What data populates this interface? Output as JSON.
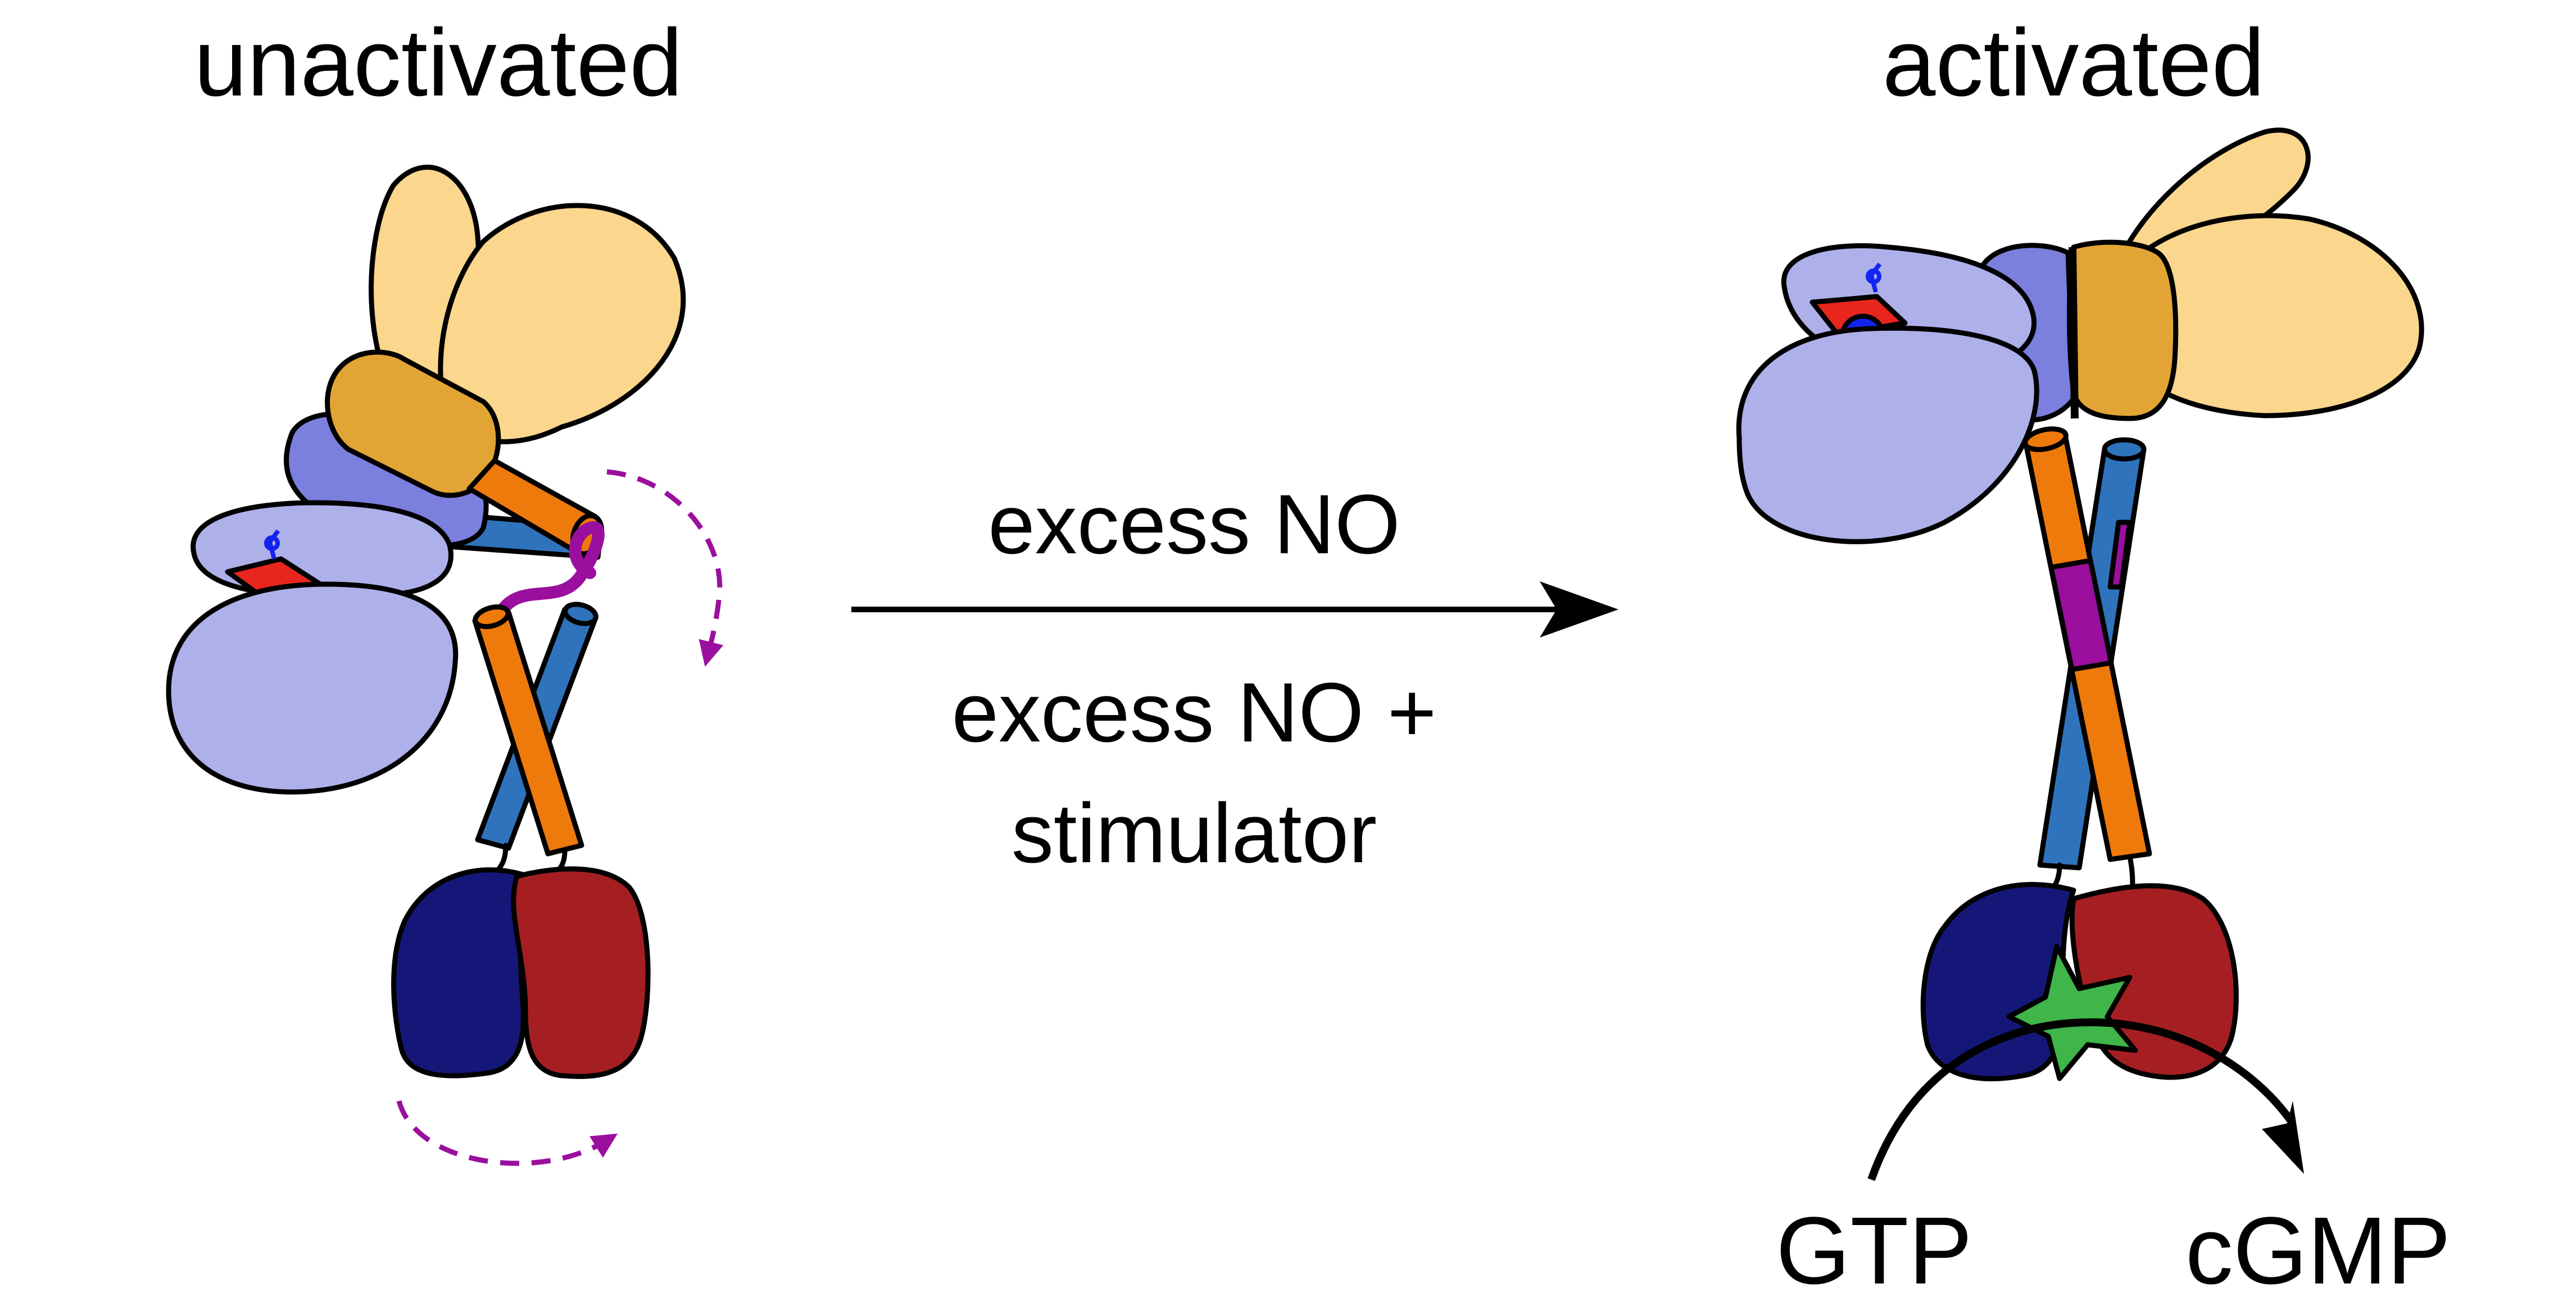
{
  "states": {
    "left_title": "unactivated",
    "right_title": "activated"
  },
  "reaction": {
    "condition_1": "excess NO",
    "condition_2_line_1": "excess NO +",
    "condition_2_line_2": "stimulator"
  },
  "catalysis": {
    "substrate": "GTP",
    "product": "cGMP"
  },
  "colors": {
    "h_nox_light": "#aeb0ea",
    "h_nox_dark": "#7b7fdd",
    "pas_tan": "#e2a535",
    "pas_light": "#fbd68d",
    "helix_orange": "#ef7a0c",
    "helix_blue": "#2f73bc",
    "linker_magenta": "#9a0f9e",
    "cat_navy": "#141778",
    "cat_red": "#a51f22",
    "heme_red": "#e8261e",
    "no_blue": "#1424f0",
    "active_site_green": "#3fb54a"
  }
}
